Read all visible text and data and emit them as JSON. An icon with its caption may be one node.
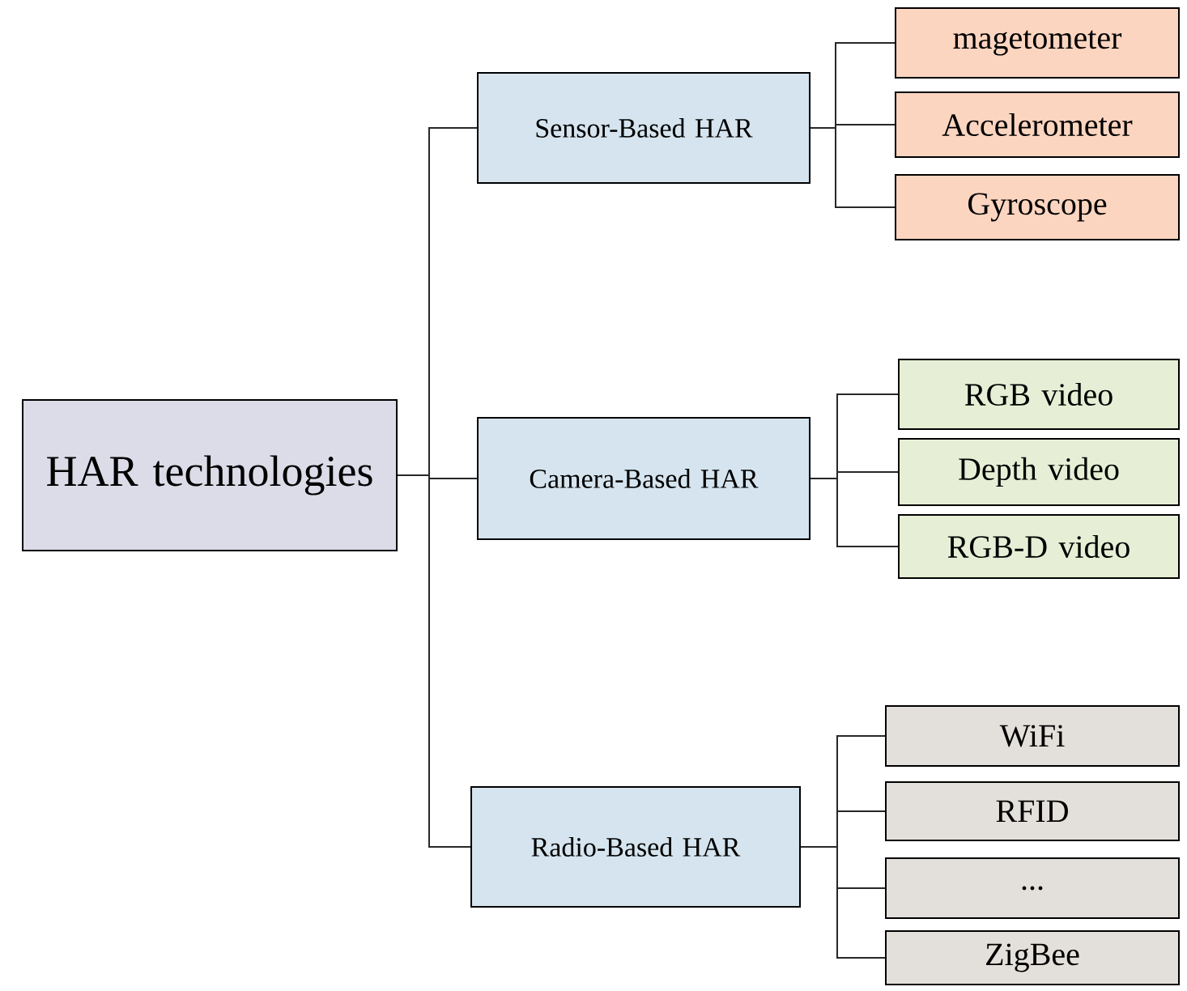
{
  "diagram": {
    "nodes": [
      {
        "text": [
          "HAR technologies"
        ]
      },
      {
        "text": [
          "Sensor-Based HAR"
        ]
      },
      {
        "text": [
          "magetometer"
        ]
      },
      {
        "text": [
          "Accelerometer"
        ]
      },
      {
        "text": [
          "Gyroscope"
        ]
      },
      {
        "text": [
          "Camera-Based HAR"
        ]
      },
      {
        "text": [
          "RGB video"
        ]
      },
      {
        "text": [
          "Depth video"
        ]
      },
      {
        "text": [
          "RGB-D video"
        ]
      },
      {
        "text": [
          "Radio-Based HAR"
        ]
      },
      {
        "text": [
          "WiFi"
        ]
      },
      {
        "text": [
          "RFID"
        ]
      },
      {
        "text": [
          "..."
        ]
      },
      {
        "text": [
          "ZigBee"
        ]
      }
    ],
    "edges": [
      {
        "from": 0,
        "to": 1,
        "arrow": "none"
      },
      {
        "from": 0,
        "to": 5,
        "arrow": "none"
      },
      {
        "from": 0,
        "to": 9,
        "arrow": "none"
      },
      {
        "from": 1,
        "to": 2,
        "arrow": "none"
      },
      {
        "from": 1,
        "to": 3,
        "arrow": "none"
      },
      {
        "from": 1,
        "to": 4,
        "arrow": "none"
      },
      {
        "from": 5,
        "to": 6,
        "arrow": "none"
      },
      {
        "from": 5,
        "to": 7,
        "arrow": "none"
      },
      {
        "from": 5,
        "to": 8,
        "arrow": "none"
      },
      {
        "from": 9,
        "to": 10,
        "arrow": "none"
      },
      {
        "from": 9,
        "to": 11,
        "arrow": "none"
      },
      {
        "from": 9,
        "to": 12,
        "arrow": "none"
      },
      {
        "from": 9,
        "to": 13,
        "arrow": "none"
      }
    ]
  }
}
